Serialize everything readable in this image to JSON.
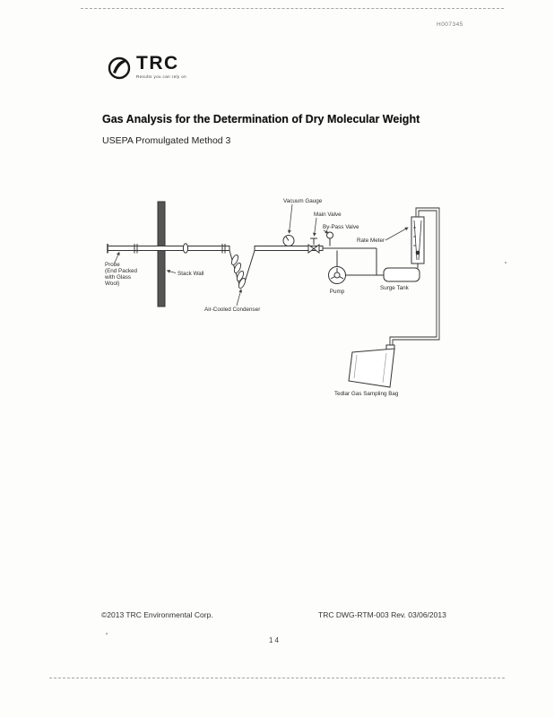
{
  "page": {
    "doc_id": "H007345",
    "logo": {
      "name": "TRC",
      "tagline": "Results you can rely on"
    },
    "title": "Gas Analysis for the Determination of Dry Molecular Weight",
    "subtitle": "USEPA Promulgated Method 3",
    "footer": {
      "left": "©2013 TRC Environmental Corp.",
      "right": "TRC DWG-RTM-003 Rev. 03/06/2013"
    },
    "page_number": "14"
  },
  "diagram": {
    "labels": {
      "vacuum_gauge": "Vacuum Gauge",
      "main_valve": "Main Valve",
      "bypass_valve": "By-Pass Valve",
      "rate_meter": "Rate Meter",
      "probe_l1": "Probe",
      "probe_l2": "(End Packed",
      "probe_l3": "with Glass",
      "probe_l4": "Wool)",
      "stack_wall": "Stack Wall",
      "condenser": "Air-Cooled Condenser",
      "pump": "Pump",
      "surge_tank": "Surge Tank",
      "tedlar_bag": "Tedlar Gas Sampling Bag"
    }
  }
}
